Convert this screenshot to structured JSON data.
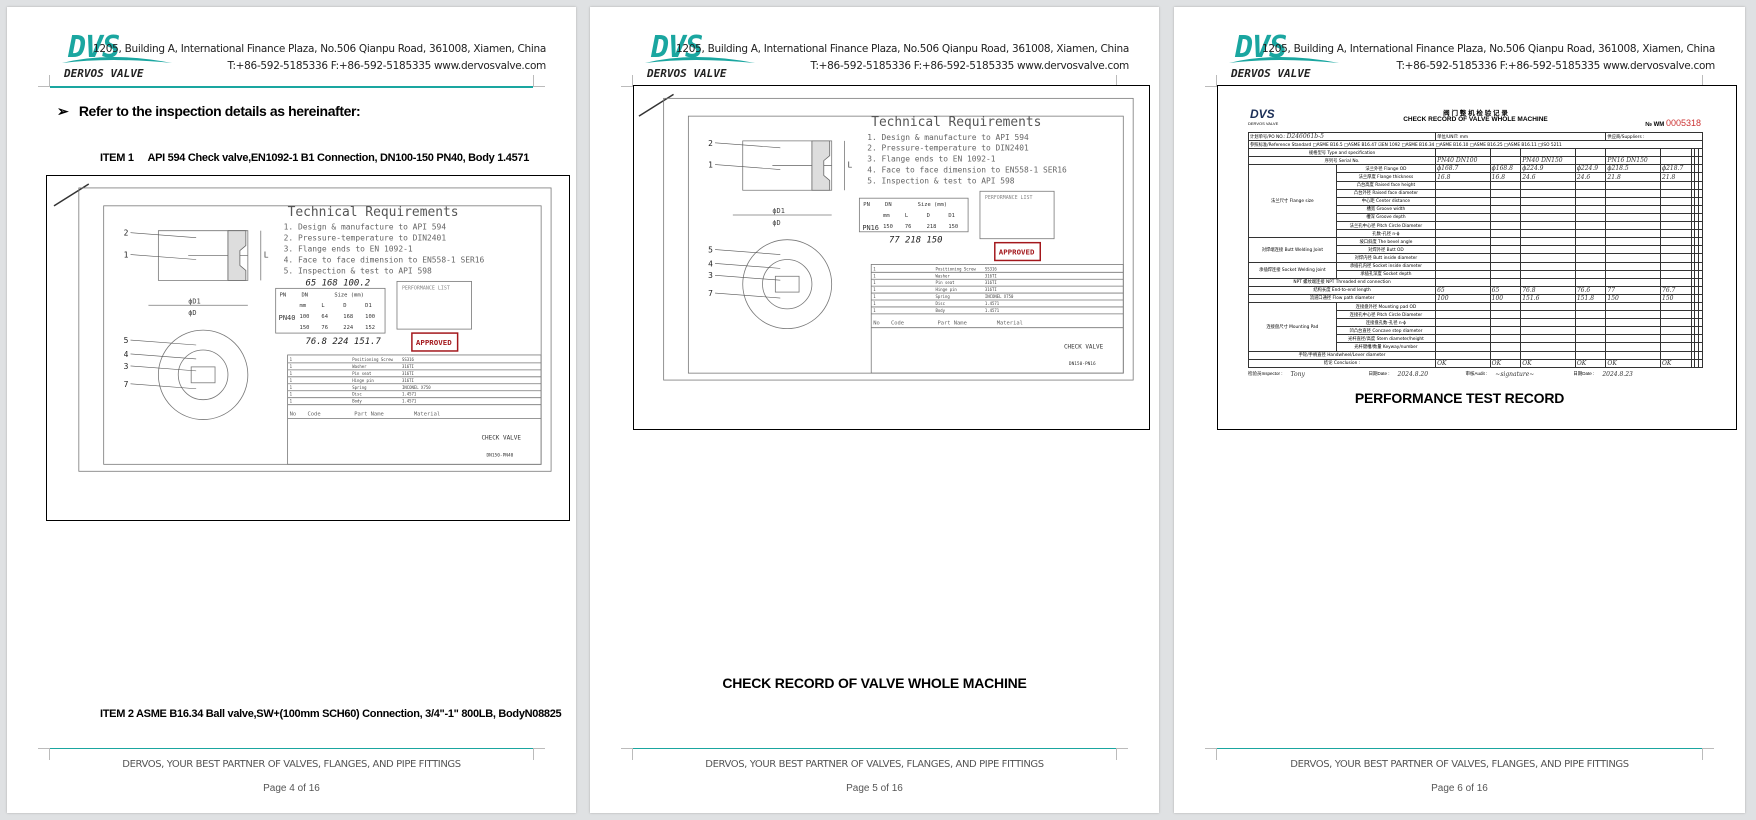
{
  "header": {
    "logo_text": "DVS",
    "logo_sub": "DERVOS VALVE",
    "address": "1205, Building A, International Finance Plaza, No.506 Qianpu Road, 361008, Xiamen, China",
    "contact": "T:+86-592-5185336   F:+86-592-5185335   www.dervosvalve.com"
  },
  "footer": {
    "slogan": "DERVOS, YOUR BEST PARTNER OF VALVES, FLANGES, AND PIPE FITTINGS"
  },
  "pages": [
    {
      "page_label": "Page 4 of 16",
      "intro": "Refer to the inspection details as hereinafter:",
      "item1_label": "ITEM 1",
      "item1_text": "API 594 Check valve,EN1092-1 B1 Connection, DN100-150 PN40, Body 1.4571",
      "item2_label": "ITEM 2",
      "item2_text": "ASME B16.34 Ball valve,SW+(100mm SCH60) Connection, 3/4\"-1\" 800LB, BodyN08825"
    },
    {
      "page_label": "Page 5 of 16",
      "caption": "CHECK RECORD OF VALVE WHOLE MACHINE"
    },
    {
      "page_label": "Page 6 of 16",
      "caption": "PERFORMANCE TEST RECORD"
    }
  ],
  "drawing": {
    "tech_title": "Technical Requirements",
    "tech_items": [
      "1. Design & manufacture to API 594",
      "2. Pressure-temperature to DIN2401",
      "3. Flange ends to EN 1092-1",
      "4. Face to face dimension to EN558-1 SER16",
      "5. Inspection & test to API 598"
    ],
    "stamp": "APPROVED",
    "title_block": "CHECK VALVE",
    "bom_header": [
      "No",
      "Code",
      "Part Name",
      "Material"
    ],
    "bom": [
      [
        "1",
        "Positioning Screw",
        "SS316"
      ],
      [
        "1",
        "Washer",
        "316TI"
      ],
      [
        "1",
        "Pin seat",
        "316TI"
      ],
      [
        "1",
        "Hinge pin",
        "316TI"
      ],
      [
        "1",
        "Spring",
        "INCONEL X750"
      ],
      [
        "1",
        "Disc",
        "1.4571"
      ],
      [
        "1",
        "Body",
        "1.4571"
      ]
    ],
    "part_numbers": [
      "2",
      "1",
      "5",
      "4",
      "3",
      "7"
    ],
    "size_header": [
      "PN",
      "DN",
      "Size (mm)",
      "L",
      "D",
      "D1"
    ]
  },
  "drawings": [
    {
      "model": "DN150-PN40",
      "pn": "PN40",
      "rows": [
        [
          "100",
          "64",
          "168",
          "100"
        ],
        [
          "150",
          "76",
          "224",
          "152"
        ]
      ],
      "handwritten_top": "65 168 100.2",
      "handwritten_bottom": "76.8 224 151.7"
    },
    {
      "model": "DN150-PN16",
      "pn": "PN16",
      "rows": [
        [
          "150",
          "76",
          "218",
          "150"
        ]
      ],
      "handwritten_bottom": "77 218 150"
    }
  ],
  "record": {
    "logo": "DVS",
    "logo_sub": "DERVOS VALVE",
    "title_cn": "阀 门 整 机 检 验 记 录",
    "title_en": "CHECK RECORD OF VALVE WHOLE MACHINE",
    "no_label": "№ WM",
    "no_value": "0005318",
    "po_label": "计划单号/PO NO.:",
    "po_value": "D246061b-5",
    "unit": "单位/UNIT: mm",
    "suppliers": "供应商/Suppliers :",
    "standards": "参照标准/Reference Standard  □ASME B16.5  □ASME B16.47  ☑EN 1092  □ASME B16.34  □ASME B16.10  □ASME B16.25  □ASME B16.11  □ISO 5211",
    "rows": [
      [
        "规格型号 Type and specification",
        [
          "",
          "",
          "",
          "",
          "",
          ""
        ]
      ],
      [
        "序列号 Serial No.",
        [
          "PN40 DN100",
          "",
          "PN40 DN150",
          "",
          "PN16 DN150",
          ""
        ]
      ],
      [
        "法兰外径 Flange OD",
        [
          "ϕ168.7",
          "ϕ168.8",
          "ϕ224.9",
          "ϕ224.9",
          "ϕ218.5",
          "ϕ218.7"
        ]
      ],
      [
        "法兰厚度 Flange thickness",
        [
          "16.8",
          "16.8",
          "24.6",
          "24.6",
          "21.8",
          "21.8"
        ]
      ],
      [
        "凸台高度 Raised face height",
        [
          "",
          "",
          "",
          "",
          "",
          ""
        ]
      ],
      [
        "凸台外径 Raised face diameter",
        [
          "",
          "",
          "",
          "",
          "",
          ""
        ]
      ],
      [
        "中心距 Center distance",
        [
          "",
          "",
          "",
          "",
          "",
          ""
        ]
      ],
      [
        "槽宽 Groove width",
        [
          "",
          "",
          "",
          "",
          "",
          ""
        ]
      ],
      [
        "槽深 Groove depth",
        [
          "",
          "",
          "",
          "",
          "",
          ""
        ]
      ],
      [
        "法兰孔中心径 Pitch Circle Diameter",
        [
          "",
          "",
          "",
          "",
          "",
          ""
        ]
      ],
      [
        "孔数-孔径 n-ϕ",
        [
          "",
          "",
          "",
          "",
          "",
          ""
        ]
      ],
      [
        "坡口斜度 The bevel angle",
        [
          "",
          "",
          "",
          "",
          "",
          ""
        ]
      ],
      [
        "对焊外径 Butt OD",
        [
          "",
          "",
          "",
          "",
          "",
          ""
        ]
      ],
      [
        "对焊内径 Butt inside diameter",
        [
          "",
          "",
          "",
          "",
          "",
          ""
        ]
      ],
      [
        "承插孔内径 Socket inside diameter",
        [
          "",
          "",
          "",
          "",
          "",
          ""
        ]
      ],
      [
        "承插孔深度 Socket depth",
        [
          "",
          "",
          "",
          "",
          "",
          ""
        ]
      ],
      [
        "NPT 螺纹端连接 NPT Threaded end connection",
        [
          "",
          "",
          "",
          "",
          "",
          ""
        ]
      ],
      [
        "结构长度 End-to-end length",
        [
          "65",
          "65",
          "76.8",
          "76.6",
          "77",
          "76.7"
        ]
      ],
      [
        "流道口通径 Flow path diameter",
        [
          "100",
          "100",
          "151.6",
          "151.8",
          "150",
          "150"
        ]
      ],
      [
        "连接盘外径 Mounting pad OD",
        [
          "",
          "",
          "",
          "",
          "",
          ""
        ]
      ],
      [
        "连接孔中心径 Pitch Circle Diameter",
        [
          "",
          "",
          "",
          "",
          "",
          ""
        ]
      ],
      [
        "连接盘孔数-孔径 n-ϕ",
        [
          "",
          "",
          "",
          "",
          "",
          ""
        ]
      ],
      [
        "凹凸台直径 Concave step diameter",
        [
          "",
          "",
          "",
          "",
          "",
          ""
        ]
      ],
      [
        "光杆直径/高度 Stem diameter/height",
        [
          "",
          "",
          "",
          "",
          "",
          ""
        ]
      ],
      [
        "光杆键槽/数量 Keyway/number",
        [
          "",
          "",
          "",
          "",
          "",
          ""
        ]
      ],
      [
        "手轮/手柄直径 Handwheel/Lever diameter",
        [
          "",
          "",
          "",
          "",
          "",
          ""
        ]
      ],
      [
        "结论 Conclusion :",
        [
          "OK",
          "OK",
          "OK",
          "OK",
          "OK",
          "OK"
        ]
      ]
    ],
    "groups": [
      "法兰尺寸 Flange size",
      "对焊端连接 Butt Welding Joint",
      "承插焊连接 Socket Welding Joint",
      "连接盘尺寸 Mounting Pad"
    ],
    "inspector_label": "检验员Inspector :",
    "inspector": "Tony",
    "date_label": "日期Date :",
    "date1": "2024.8.20",
    "audit_label": "审核Audit :",
    "audit": "signature",
    "date2": "2024.8.23"
  },
  "colors": {
    "accent": "#1aa6a0",
    "stamp": "#a3171c"
  }
}
